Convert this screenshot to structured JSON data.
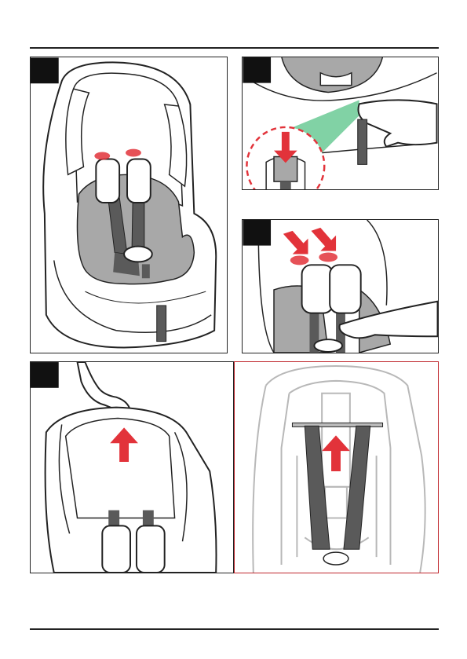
{
  "page": {
    "accent_red": "#c0272d",
    "arrow_red": "#e2333a",
    "highlight_green": "#4bbf7f",
    "seat_gray": "#a8a8a8",
    "strap_dark": "#5a5a5a"
  },
  "panels": [
    {
      "id": "step-a",
      "icon": "car-seat-harness-overview-illustration"
    },
    {
      "id": "step-b",
      "icon": "harness-adjust-button-zoom-illustration"
    },
    {
      "id": "step-c",
      "icon": "press-shoulder-pads-illustration"
    },
    {
      "id": "step-d",
      "icon": "pull-headrest-up-illustration"
    },
    {
      "id": "step-e",
      "icon": "headrest-height-correct-illustration"
    }
  ]
}
